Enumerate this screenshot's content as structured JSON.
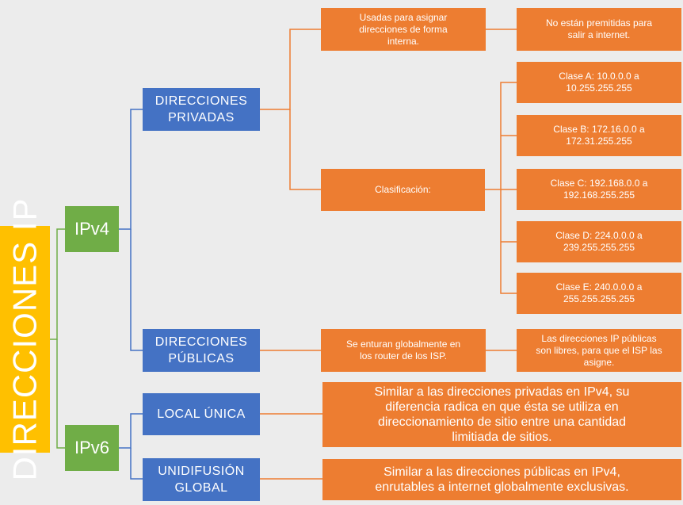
{
  "root": {
    "label": "DIRECCIONES IP"
  },
  "ipv4": {
    "label": "IPv4"
  },
  "ipv6": {
    "label": "IPv6"
  },
  "privadas": {
    "label_line1": "DIRECCIONES",
    "label_line2": "PRIVADAS",
    "usadas": {
      "line1": "Usadas para asignar",
      "line2": "direcciones de forma",
      "line3": "interna."
    },
    "no_permitidas": {
      "line1": "No están premitidas para",
      "line2": "salir a internet."
    },
    "clasificacion": "Clasificación:",
    "clases": [
      {
        "line1": "Clase A: 10.0.0.0 a",
        "line2": "10.255.255.255"
      },
      {
        "line1": "Clase B: 172.16.0.0 a",
        "line2": "172.31.255.255"
      },
      {
        "line1": "Clase C: 192.168.0.0 a",
        "line2": "192.168.255.255"
      },
      {
        "line1": "Clase D: 224.0.0.0 a",
        "line2": "239.255.255.255"
      },
      {
        "line1": "Clase E: 240.0.0.0 a",
        "line2": "255.255.255.255"
      }
    ]
  },
  "publicas": {
    "label_line1": "DIRECCIONES",
    "label_line2": "PÚBLICAS",
    "enrutan": {
      "line1": "Se enturan globalmente en",
      "line2": "los router de los ISP."
    },
    "libres": {
      "line1": "Las direcciones IP públicas",
      "line2": "son libres, para que el ISP las",
      "line3": "asigne."
    }
  },
  "local_unica": {
    "label": "LOCAL ÚNICA",
    "desc": {
      "line1": "Similar a las direcciones privadas en IPv4, su",
      "line2": "diferencia radica en que ésta se utiliza en",
      "line3": "direccionamiento de sitio entre una cantidad",
      "line4": "limitiada de sitios."
    }
  },
  "unidifusion": {
    "label_line1": "UNIDIFUSIÓN",
    "label_line2": "GLOBAL",
    "desc": {
      "line1": "Similar a las direcciones públicas en IPv4,",
      "line2": "enrutables a internet globalmente exclusivas."
    }
  }
}
